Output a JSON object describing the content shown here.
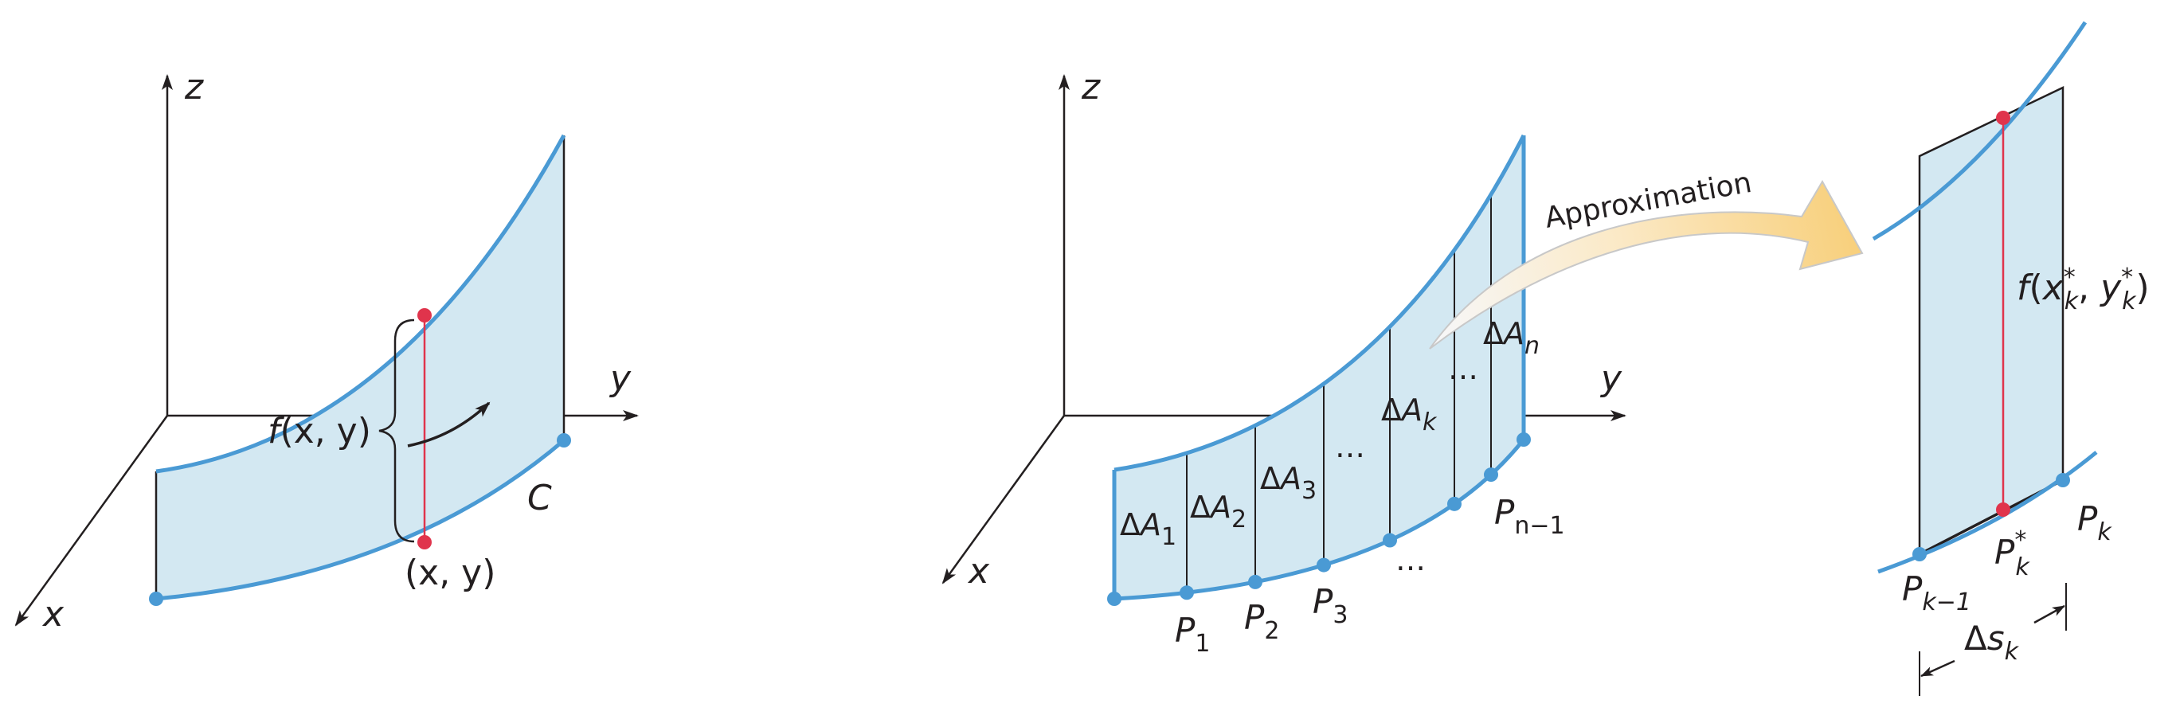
{
  "colors": {
    "surface_fill": "#d3e8f2",
    "curve_blue": "#4a9ad4",
    "point_blue": "#4a9ad4",
    "point_red": "#e0344c",
    "red_line": "#e0344c",
    "ink": "#231f20",
    "arrow_gradient_start": "#f7f7f7",
    "arrow_gradient_end": "#f8cf7a"
  },
  "icons": [
    "axis-arrowhead",
    "curved-arrow",
    "approximation-arrow",
    "brace"
  ],
  "left": {
    "axis_z": "z",
    "axis_y": "y",
    "axis_x": "x",
    "f_label_f": "f",
    "f_label_args": "(x, y)",
    "point_label": "(x, y)",
    "curve_label": "C"
  },
  "middle": {
    "axis_z": "z",
    "axis_y": "y",
    "axis_x": "x",
    "delta": "Δ",
    "A": "A",
    "area_subs": [
      "1",
      "2",
      "3",
      "k",
      "n"
    ],
    "P": "P",
    "point_subs": [
      "1",
      "2",
      "3",
      "n−1"
    ],
    "dots": "…"
  },
  "arrow_label": "Approximation",
  "right": {
    "f_label": "f",
    "x_star": "x",
    "y_star": "y",
    "sub_k": "k",
    "star": "*",
    "P": "P",
    "p_left_sub": "k−1",
    "p_right_sub": "k",
    "p_star_sub": "k",
    "delta": "Δ",
    "s": "s",
    "s_sub": "k"
  }
}
